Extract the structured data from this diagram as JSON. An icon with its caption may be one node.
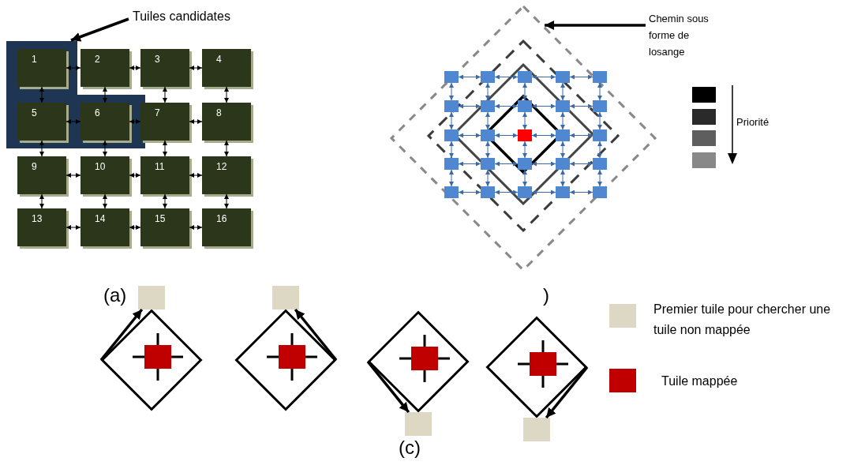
{
  "diagram": {
    "nodes": [
      {
        "text": [
          "Tuiles candidates"
        ]
      },
      {
        "text": [],
        "shape": "box"
      },
      {
        "text": [
          "1"
        ],
        "in": 1
      },
      {
        "text": [
          "2"
        ]
      },
      {
        "text": [
          "3"
        ]
      },
      {
        "text": [
          "4"
        ]
      },
      {
        "text": [
          "5"
        ],
        "in": 1
      },
      {
        "text": [
          "6"
        ],
        "in": 1
      },
      {
        "text": [
          "7"
        ]
      },
      {
        "text": [
          "8"
        ]
      },
      {
        "text": [
          "9"
        ]
      },
      {
        "text": [
          "10"
        ]
      },
      {
        "text": [
          "11"
        ]
      },
      {
        "text": [
          "12"
        ]
      },
      {
        "text": [
          "13"
        ]
      },
      {
        "text": [
          "14"
        ]
      },
      {
        "text": [
          "15"
        ]
      },
      {
        "text": [
          "16"
        ]
      },
      {
        "text": [
          "Chemin sous forme de losange"
        ]
      },
      {
        "text": [],
        "shape": "box"
      },
      {
        "text": [],
        "shape": "box"
      },
      {
        "text": [],
        "shape": "box"
      },
      {
        "text": [],
        "shape": "box"
      },
      {
        "text": [],
        "shape": "box"
      },
      {
        "text": [],
        "shape": "box"
      },
      {
        "text": [],
        "shape": "box"
      },
      {
        "text": [],
        "shape": "box"
      },
      {
        "text": [],
        "shape": "box"
      },
      {
        "text": [],
        "shape": "box"
      },
      {
        "text": [],
        "shape": "box"
      },
      {
        "text": [],
        "shape": "box"
      },
      {
        "text": [],
        "shape": "box"
      },
      {
        "text": [],
        "shape": "box"
      },
      {
        "text": [],
        "shape": "box"
      },
      {
        "text": [],
        "shape": "box"
      },
      {
        "text": [],
        "shape": "box"
      },
      {
        "text": [],
        "shape": "box"
      },
      {
        "text": [],
        "shape": "box"
      },
      {
        "text": [],
        "shape": "box"
      },
      {
        "text": [],
        "shape": "box"
      },
      {
        "text": [],
        "shape": "box"
      },
      {
        "text": [],
        "shape": "box"
      },
      {
        "text": [],
        "shape": "box"
      },
      {
        "text": [],
        "shape": "box"
      },
      {
        "text": [],
        "shape": "diamond"
      },
      {
        "text": [],
        "shape": "box",
        "in": 44
      },
      {
        "text": [],
        "shape": "box"
      },
      {
        "text": [],
        "shape": "diamond"
      },
      {
        "text": [],
        "shape": "box",
        "in": 47
      },
      {
        "text": [],
        "shape": "box"
      },
      {
        "text": [],
        "shape": "diamond"
      },
      {
        "text": [],
        "shape": "box",
        "in": 50
      },
      {
        "text": [],
        "shape": "box"
      },
      {
        "text": [],
        "shape": "diamond"
      },
      {
        "text": [],
        "shape": "box",
        "in": 53
      },
      {
        "text": [],
        "shape": "box"
      }
    ],
    "edges": [
      {
        "from": 0,
        "to": 1,
        "arrow": "to",
        "style": "thick",
        "color": "#000000"
      },
      {
        "from": 2,
        "to": 3,
        "arrow": "both",
        "color": "#000000"
      },
      {
        "from": 3,
        "to": 4,
        "arrow": "both",
        "color": "#000000"
      },
      {
        "from": 4,
        "to": 5,
        "arrow": "both",
        "color": "#000000"
      },
      {
        "from": 6,
        "to": 7,
        "arrow": "both",
        "color": "#000000"
      },
      {
        "from": 7,
        "to": 8,
        "arrow": "both",
        "color": "#000000"
      },
      {
        "from": 8,
        "to": 9,
        "arrow": "both",
        "color": "#000000"
      },
      {
        "from": 10,
        "to": 11,
        "arrow": "both",
        "color": "#000000"
      },
      {
        "from": 11,
        "to": 12,
        "arrow": "both",
        "color": "#000000"
      },
      {
        "from": 12,
        "to": 13,
        "arrow": "both",
        "color": "#000000"
      },
      {
        "from": 14,
        "to": 15,
        "arrow": "both",
        "color": "#000000"
      },
      {
        "from": 15,
        "to": 16,
        "arrow": "both",
        "color": "#000000"
      },
      {
        "from": 16,
        "to": 17,
        "arrow": "both",
        "color": "#000000"
      },
      {
        "from": 2,
        "to": 6,
        "arrow": "both",
        "color": "#000000"
      },
      {
        "from": 3,
        "to": 7,
        "arrow": "both",
        "color": "#000000"
      },
      {
        "from": 4,
        "to": 8,
        "arrow": "both",
        "color": "#000000"
      },
      {
        "from": 5,
        "to": 9,
        "arrow": "both",
        "color": "#000000"
      },
      {
        "from": 6,
        "to": 10,
        "arrow": "both",
        "color": "#000000"
      },
      {
        "from": 7,
        "to": 11,
        "arrow": "both",
        "color": "#000000"
      },
      {
        "from": 8,
        "to": 12,
        "arrow": "both",
        "color": "#000000"
      },
      {
        "from": 9,
        "to": 13,
        "arrow": "both",
        "color": "#000000"
      },
      {
        "from": 10,
        "to": 14,
        "arrow": "both",
        "color": "#000000"
      },
      {
        "from": 11,
        "to": 15,
        "arrow": "both",
        "color": "#000000"
      },
      {
        "from": 12,
        "to": 16,
        "arrow": "both",
        "color": "#000000"
      },
      {
        "from": 13,
        "to": 17,
        "arrow": "both",
        "color": "#000000"
      },
      {
        "from": 18,
        "to": null,
        "arrow": "to",
        "style": "thick",
        "color": "#000000"
      },
      {
        "from": 19,
        "to": 20,
        "arrow": "both"
      },
      {
        "from": 20,
        "to": 21,
        "arrow": "both"
      },
      {
        "from": 21,
        "to": 22,
        "arrow": "both"
      },
      {
        "from": 22,
        "to": 23,
        "arrow": "both"
      },
      {
        "from": 24,
        "to": 25,
        "arrow": "both"
      },
      {
        "from": 25,
        "to": 26,
        "arrow": "both"
      },
      {
        "from": 26,
        "to": 27,
        "arrow": "both"
      },
      {
        "from": 27,
        "to": 28,
        "arrow": "both"
      },
      {
        "from": 29,
        "to": 30,
        "arrow": "both"
      },
      {
        "from": 30,
        "to": 31,
        "arrow": "both"
      },
      {
        "from": 31,
        "to": 32,
        "arrow": "both"
      },
      {
        "from": 32,
        "to": 33,
        "arrow": "both"
      },
      {
        "from": 34,
        "to": 35,
        "arrow": "both"
      },
      {
        "from": 35,
        "to": 36,
        "arrow": "both"
      },
      {
        "from": 36,
        "to": 37,
        "arrow": "both"
      },
      {
        "from": 37,
        "to": 38,
        "arrow": "both"
      },
      {
        "from": 39,
        "to": 40,
        "arrow": "both"
      },
      {
        "from": 40,
        "to": 41,
        "arrow": "both"
      },
      {
        "from": 41,
        "to": 42,
        "arrow": "both"
      },
      {
        "from": 42,
        "to": 43,
        "arrow": "both"
      },
      {
        "from": 19,
        "to": 24,
        "arrow": "both"
      },
      {
        "from": 20,
        "to": 25,
        "arrow": "both"
      },
      {
        "from": 21,
        "to": 26,
        "arrow": "both"
      },
      {
        "from": 22,
        "to": 27,
        "arrow": "both"
      },
      {
        "from": 23,
        "to": 28,
        "arrow": "both"
      },
      {
        "from": 24,
        "to": 29,
        "arrow": "both"
      },
      {
        "from": 25,
        "to": 30,
        "arrow": "both"
      },
      {
        "from": 26,
        "to": 31,
        "arrow": "both"
      },
      {
        "from": 27,
        "to": 32,
        "arrow": "both"
      },
      {
        "from": 28,
        "to": 33,
        "arrow": "both"
      },
      {
        "from": 29,
        "to": 34,
        "arrow": "both"
      },
      {
        "from": 30,
        "to": 35,
        "arrow": "both"
      },
      {
        "from": 31,
        "to": 36,
        "arrow": "both"
      },
      {
        "from": 32,
        "to": 37,
        "arrow": "both"
      },
      {
        "from": 33,
        "to": 38,
        "arrow": "both"
      },
      {
        "from": 34,
        "to": 39,
        "arrow": "both"
      },
      {
        "from": 35,
        "to": 40,
        "arrow": "both"
      },
      {
        "from": 36,
        "to": 41,
        "arrow": "both"
      },
      {
        "from": 37,
        "to": 42,
        "arrow": "both"
      },
      {
        "from": 38,
        "to": 43,
        "arrow": "both"
      },
      {
        "from": 44,
        "to": 46,
        "arrow": "to",
        "style": "thick",
        "color": "#000000"
      },
      {
        "from": 47,
        "to": 49,
        "arrow": "to",
        "style": "thick",
        "color": "#000000"
      },
      {
        "from": 50,
        "to": 52,
        "arrow": "to",
        "style": "thick",
        "color": "#000000"
      },
      {
        "from": 53,
        "to": 55,
        "arrow": "to",
        "style": "thick",
        "color": "#000000"
      }
    ],
    "labels": [
      "Priorité",
      "(a)",
      ")",
      "(c)"
    ],
    "legend": [
      {
        "text": "Premier tuile pour chercher une tuile non mappée",
        "color": "#ddd8c4"
      },
      {
        "text": "Tuile mappée",
        "color": "#c00000"
      }
    ]
  }
}
